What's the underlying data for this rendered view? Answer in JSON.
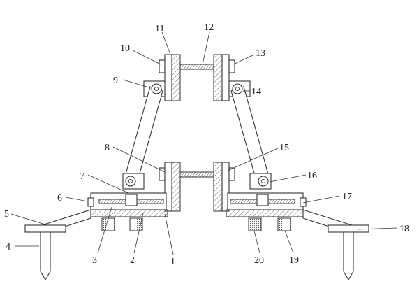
{
  "labels": [
    {
      "text": "1"
    },
    {
      "text": "2"
    },
    {
      "text": "3"
    },
    {
      "text": "4"
    },
    {
      "text": "5"
    },
    {
      "text": "6"
    },
    {
      "text": "7"
    },
    {
      "text": "8"
    },
    {
      "text": "9"
    },
    {
      "text": "10"
    },
    {
      "text": "11"
    },
    {
      "text": "12"
    },
    {
      "text": "13"
    },
    {
      "text": "14"
    },
    {
      "text": "15"
    },
    {
      "text": "16"
    },
    {
      "text": "17"
    },
    {
      "text": "18"
    },
    {
      "text": "19"
    },
    {
      "text": "20"
    }
  ]
}
